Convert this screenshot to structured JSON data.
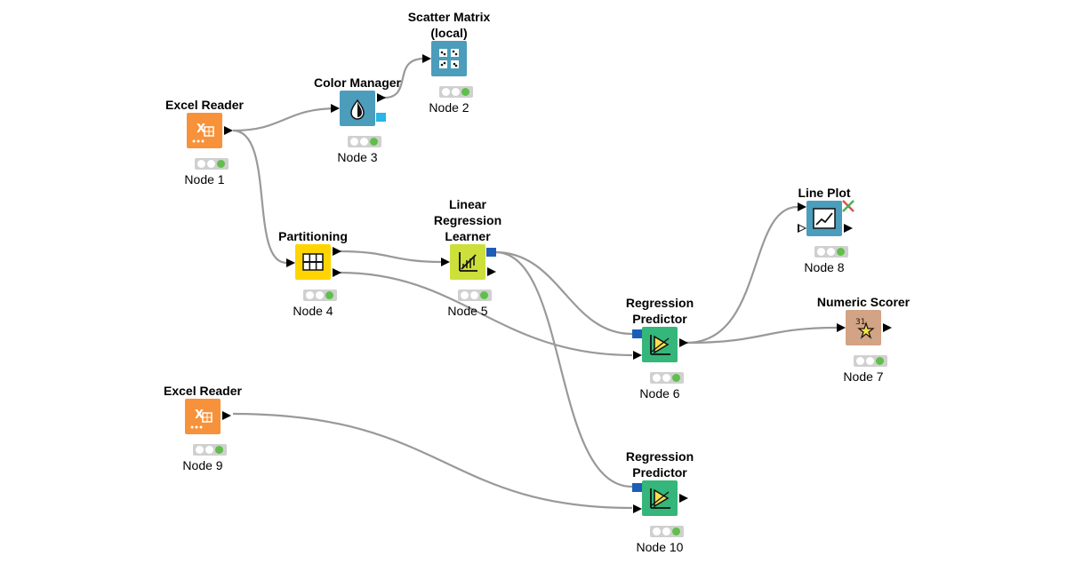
{
  "workflow": {
    "nodes": [
      {
        "id": "n1",
        "title": "Excel Reader",
        "label": "Node 1",
        "type": "reader",
        "color": "#F7923A",
        "icon": "excel-icon"
      },
      {
        "id": "n2",
        "title": "Scatter Matrix\n(local)",
        "label": "Node 2",
        "type": "view",
        "color": "#4B9DBB",
        "icon": "scatter-matrix-icon"
      },
      {
        "id": "n3",
        "title": "Color Manager",
        "label": "Node 3",
        "type": "view",
        "color": "#4B9DBB",
        "icon": "color-drop-icon"
      },
      {
        "id": "n4",
        "title": "Partitioning",
        "label": "Node 4",
        "type": "manipulator",
        "color": "#FFD400",
        "icon": "partition-icon"
      },
      {
        "id": "n5",
        "title": "Linear Regression\nLearner",
        "label": "Node 5",
        "type": "learner",
        "color": "#CCDF3A",
        "icon": "regression-learner-icon"
      },
      {
        "id": "n6",
        "title": "Regression\nPredictor",
        "label": "Node 6",
        "type": "predictor",
        "color": "#35B67A",
        "icon": "predictor-icon"
      },
      {
        "id": "n7",
        "title": "Numeric Scorer",
        "label": "Node 7",
        "type": "other",
        "color": "#D2A384",
        "icon": "scorer-icon"
      },
      {
        "id": "n8",
        "title": "Line Plot",
        "label": "Node 8",
        "type": "view",
        "color": "#4B9DBB",
        "icon": "line-plot-icon"
      },
      {
        "id": "n9",
        "title": "Excel Reader",
        "label": "Node 9",
        "type": "reader",
        "color": "#F7923A",
        "icon": "excel-icon"
      },
      {
        "id": "n10",
        "title": "Regression\nPredictor",
        "label": "Node 10",
        "type": "predictor",
        "color": "#35B67A",
        "icon": "predictor-icon"
      }
    ],
    "connections": [
      {
        "from": "n1",
        "to": "n3"
      },
      {
        "from": "n3",
        "to": "n2"
      },
      {
        "from": "n1",
        "to": "n4"
      },
      {
        "from": "n4",
        "to": "n5"
      },
      {
        "from": "n4",
        "to": "n6"
      },
      {
        "from": "n5",
        "to": "n6"
      },
      {
        "from": "n5",
        "to": "n10"
      },
      {
        "from": "n6",
        "to": "n8"
      },
      {
        "from": "n6",
        "to": "n7"
      },
      {
        "from": "n9",
        "to": "n10"
      }
    ],
    "status": {
      "state": "executed",
      "colors": {
        "inactive": "#FFFFFF",
        "green": "#5FBF4A",
        "panel": "#D0D0D0"
      }
    }
  }
}
